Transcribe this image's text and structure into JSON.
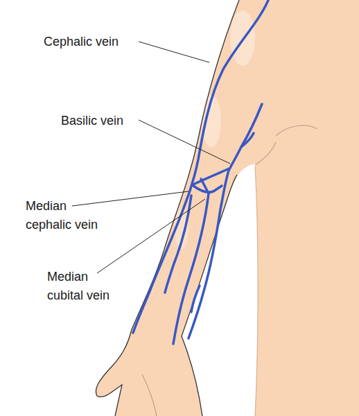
{
  "diagram": {
    "labels": [
      "Cephalic vein",
      "Basilic vein",
      "Median cephalic vein",
      "Median cubital vein"
    ]
  }
}
